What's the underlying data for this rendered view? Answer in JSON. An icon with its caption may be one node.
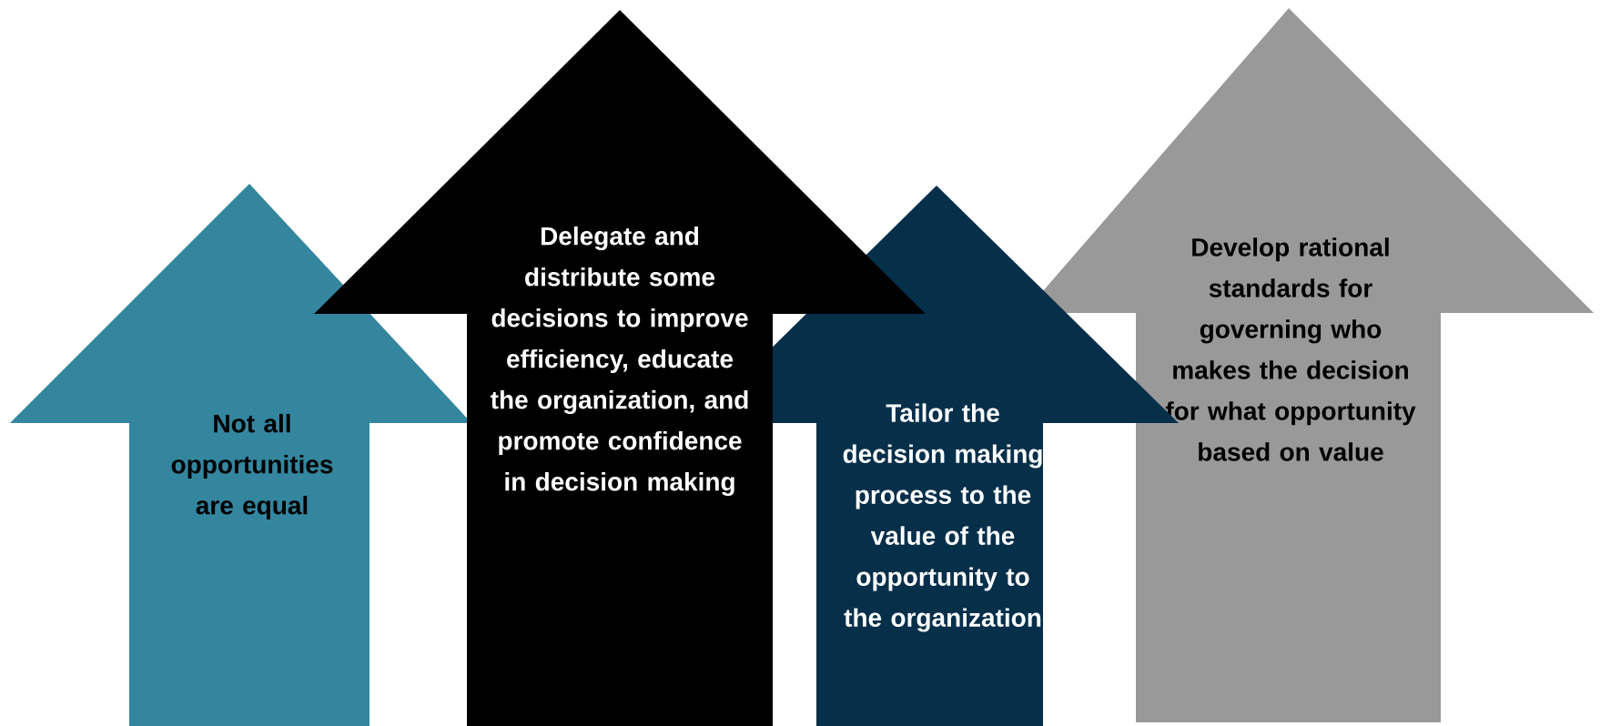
{
  "diagram": {
    "nodes": [
      {
        "text": [
          "Not all opportunities are equal"
        ]
      },
      {
        "text": [
          "Delegate and distribute some decisions to improve efficiency, educate the organization, and promote confidence in decision making"
        ]
      },
      {
        "text": [
          "Tailor the decision making process to the value of the opportunity to the organization"
        ]
      },
      {
        "text": [
          "Develop rational standards for governing who makes the decision for what opportunity based on value"
        ]
      }
    ]
  }
}
